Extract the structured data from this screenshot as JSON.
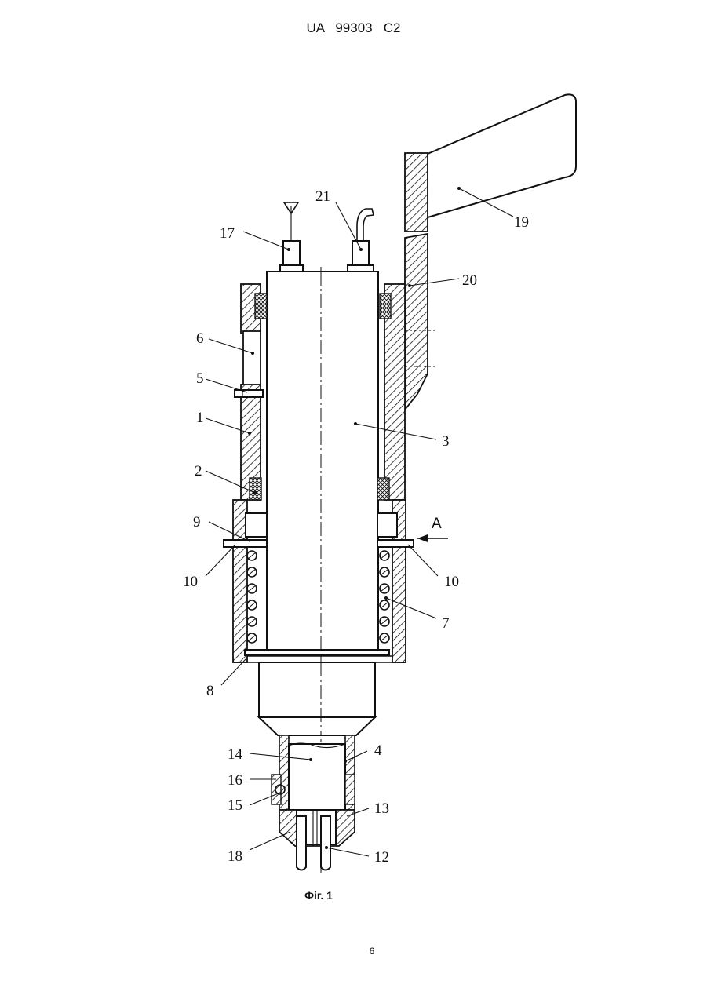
{
  "header": {
    "patent_number": "UA   99303   C2"
  },
  "figure": {
    "caption": "Фiг. 1",
    "callouts": {
      "c1": "1",
      "c2": "2",
      "c3": "3",
      "c4": "4",
      "c5": "5",
      "c6": "6",
      "c7": "7",
      "c8": "8",
      "c9": "9",
      "c10l": "10",
      "c10r": "10",
      "c12": "12",
      "c13": "13",
      "c14": "14",
      "c15": "15",
      "c16": "16",
      "c17": "17",
      "c18": "18",
      "c19": "19",
      "c20": "20",
      "c21": "21",
      "view_arrow": "A"
    }
  },
  "footer": {
    "page_number": "6"
  }
}
